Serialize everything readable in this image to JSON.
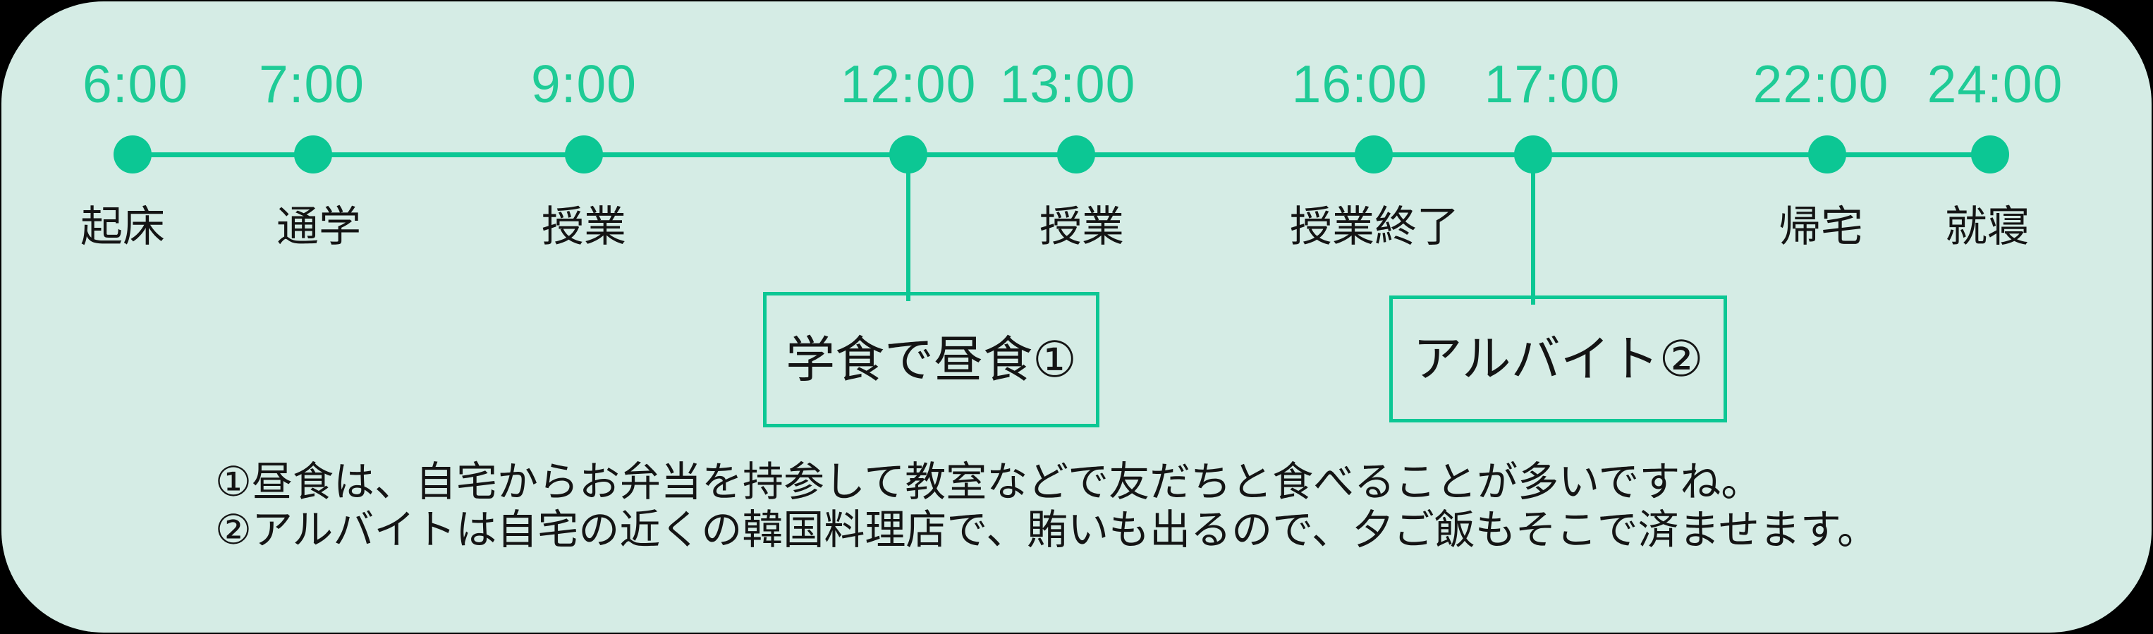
{
  "colors": {
    "page_background": "#000000",
    "panel_background": "#d5ece5",
    "accent_green": "#0cc794",
    "time_text_green": "#1fcb96",
    "text_black": "#141414"
  },
  "timeline": {
    "events": [
      {
        "time": "6:00",
        "activity": "起床"
      },
      {
        "time": "7:00",
        "activity": "通学"
      },
      {
        "time": "9:00",
        "activity": "授業"
      },
      {
        "time": "12:00",
        "activity": ""
      },
      {
        "time": "13:00",
        "activity": "授業"
      },
      {
        "time": "16:00",
        "activity": "授業終了"
      },
      {
        "time": "17:00",
        "activity": ""
      },
      {
        "time": "22:00",
        "activity": "帰宅"
      },
      {
        "time": "24:00",
        "activity": "就寝"
      }
    ]
  },
  "callouts": [
    {
      "label": "学食で昼食①"
    },
    {
      "label": "アルバイト②"
    }
  ],
  "footnotes": [
    "①昼食は、自宅からお弁当を持参して教室などで友だちと食べることが多いですね。",
    "②アルバイトは自宅の近くの韓国料理店で、賄いも出るので、夕ご飯もそこで済ませます。"
  ]
}
